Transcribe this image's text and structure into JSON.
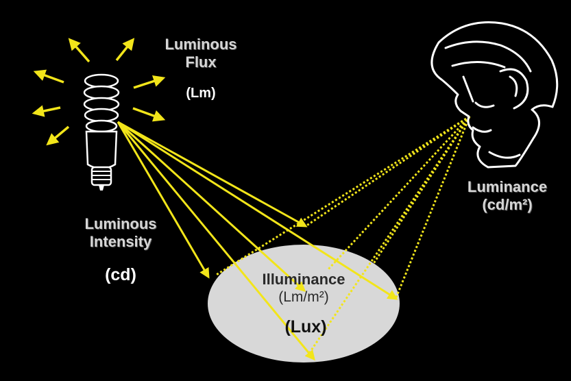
{
  "labels": {
    "flux": {
      "line1": "Luminous",
      "line2": "Flux",
      "unit": "(Lm)"
    },
    "intensity": {
      "line1": "Luminous",
      "line2": "Intensity",
      "unit": "(cd)"
    },
    "luminance": {
      "line1": "Luminance",
      "unit": "(cd/m²)"
    },
    "illuminance": {
      "line1": "Illuminance",
      "line2": "(Lm/m²)",
      "unit": "(Lux)"
    }
  },
  "icons": {
    "source": "cfl-bulb-icon",
    "observer": "human-head-icon"
  },
  "colors": {
    "background": "#000000",
    "rays": "#f2e51a",
    "surface": "#d8d8d8",
    "label": "#d6d6d6"
  }
}
